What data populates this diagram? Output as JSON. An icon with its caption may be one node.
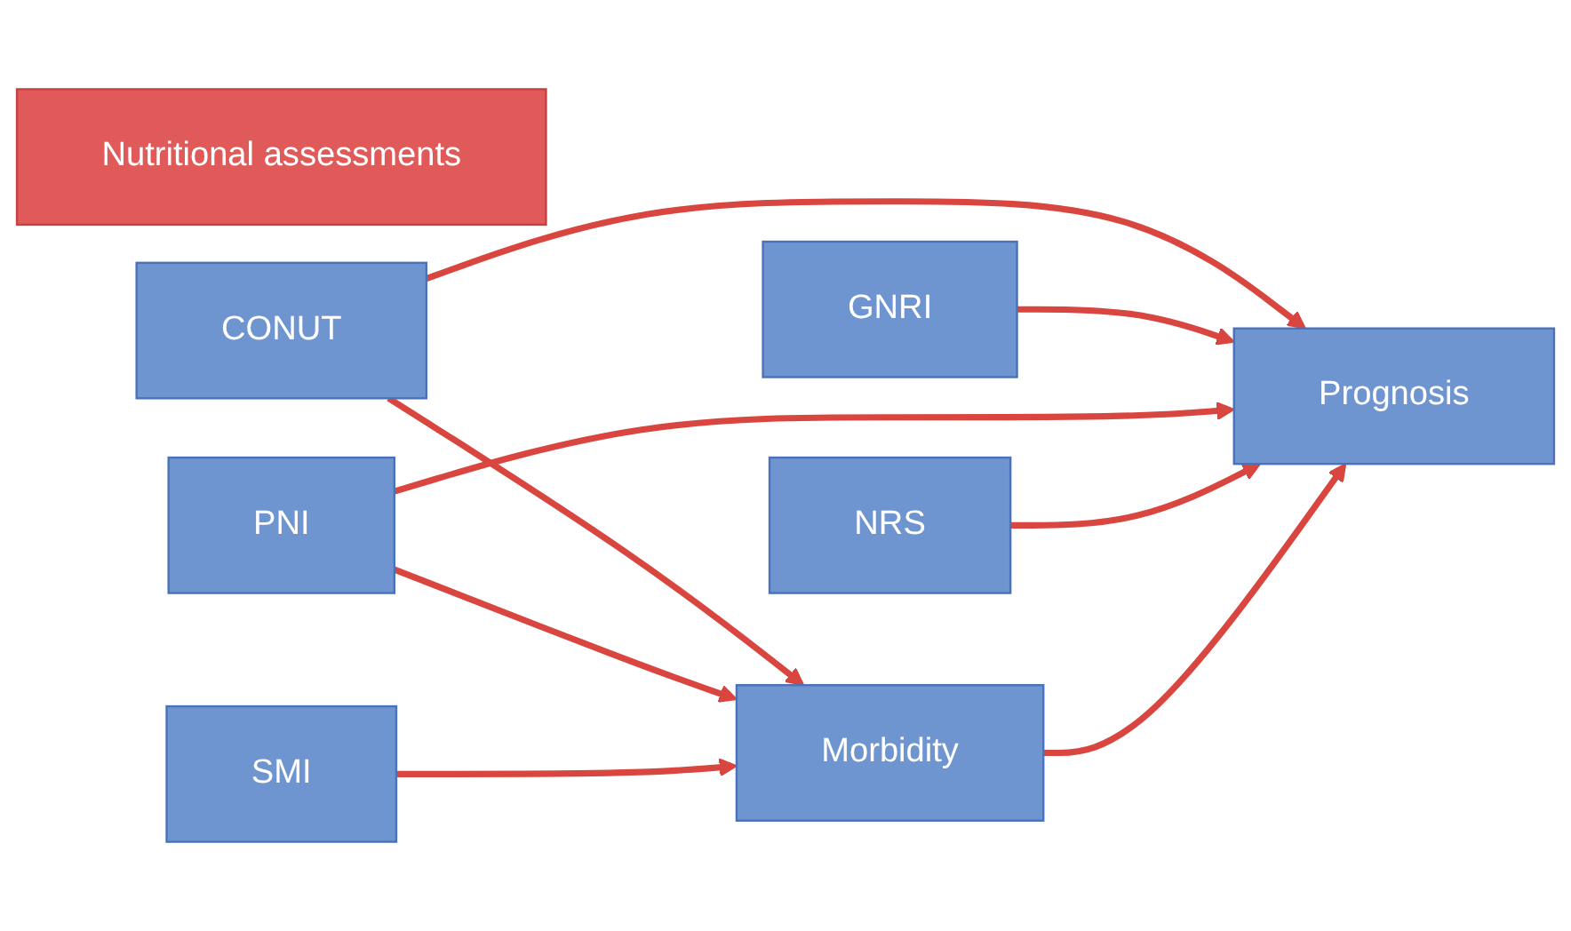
{
  "diagram": {
    "nodes": [
      {
        "text": [
          "Nutritional assessments"
        ]
      },
      {
        "text": [
          "Morbidity"
        ]
      },
      {
        "text": [
          "CONUT"
        ]
      },
      {
        "text": [
          "Prognosis"
        ]
      },
      {
        "text": [
          "GNRI"
        ]
      },
      {
        "text": [
          "PNI"
        ]
      },
      {
        "text": [
          "SMI"
        ]
      },
      {
        "text": [
          "NRS"
        ]
      }
    ],
    "edges": [
      {
        "from": 2,
        "to": 1,
        "arrow": "to"
      },
      {
        "from": 5,
        "to": 1,
        "arrow": "to"
      },
      {
        "from": 6,
        "to": 1,
        "arrow": "to"
      },
      {
        "from": 2,
        "to": 3,
        "arrow": "to"
      },
      {
        "from": 4,
        "to": 3,
        "arrow": "to"
      },
      {
        "from": 5,
        "to": 3,
        "arrow": "to"
      },
      {
        "from": 7,
        "to": 3,
        "arrow": "to"
      },
      {
        "from": 1,
        "to": 3,
        "arrow": "to"
      }
    ]
  }
}
